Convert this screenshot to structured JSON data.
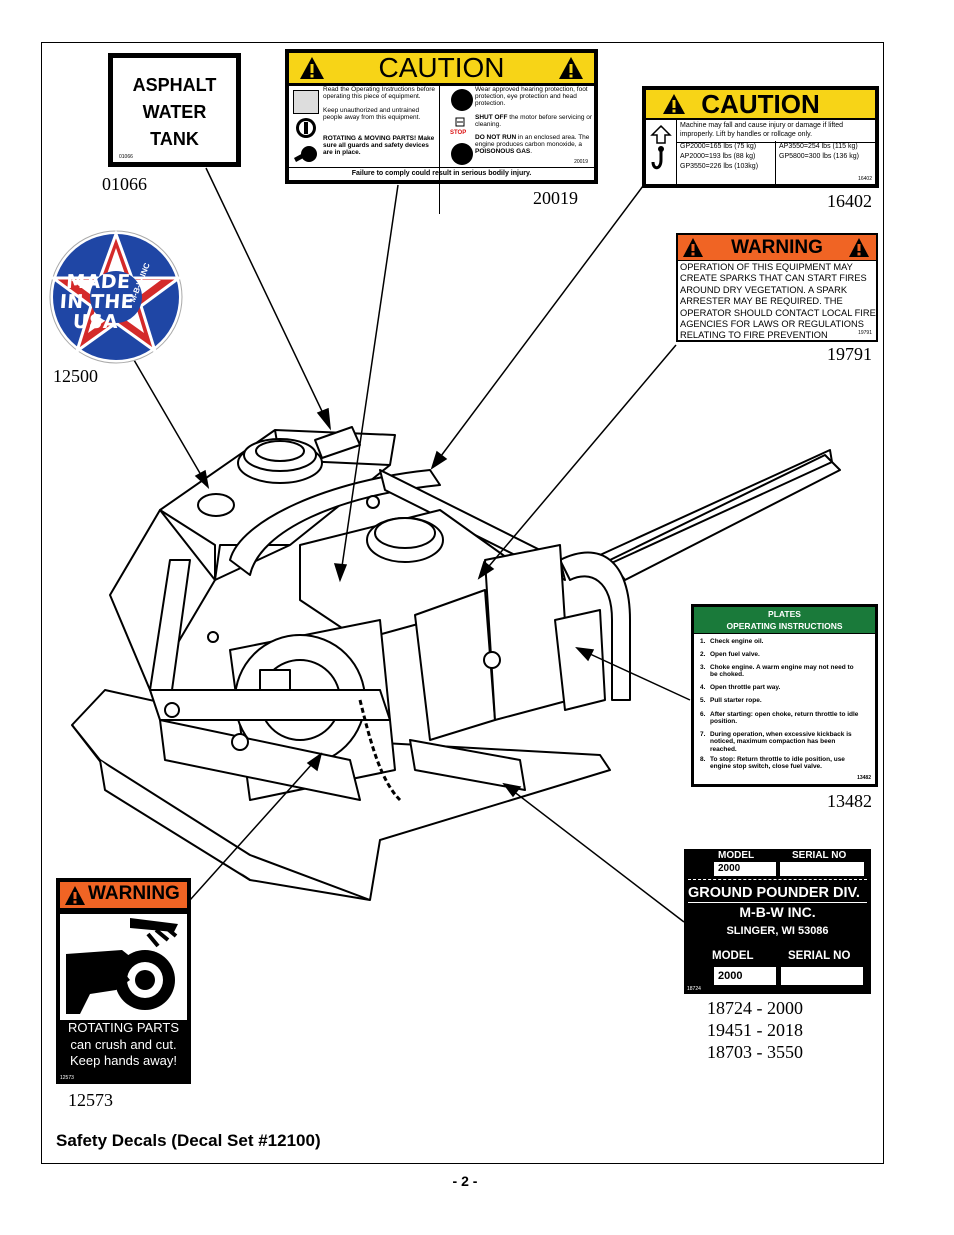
{
  "asphalt": {
    "line1": "ASPHALT",
    "line2": "WATER",
    "line3": "TANK",
    "code": "01066"
  },
  "caution20019": {
    "header": "CAUTION",
    "left_items": [
      "Read the Operating Instructions before operating this piece of equipment.",
      "Keep unauthorized and untrained people away from this equipment.",
      "ROTATING & MOVING PARTS! Make sure all guards and safety devices are in place."
    ],
    "right_item1": "Wear approved hearing protection, foot protection, eye protection and head protection.",
    "right_item2_bold": "SHUT OFF",
    "right_item2": " the motor before servicing or cleaning.",
    "right_item3_bold": "DO NOT RUN",
    "right_item3": " in an enclosed area. The engine produces carbon monoxide, a ",
    "right_item3_bold2": "POISONOUS GAS",
    "stop": "STOP",
    "footer": "Failure to comply could result in serious bodily injury.",
    "code": "20019"
  },
  "caution16402": {
    "header": "CAUTION",
    "text": "Machine may fall and cause injury or damage if lifted improperly. Lift by handles or rollcage only.",
    "weights_left": [
      "GP2000=165 lbs (75 kg)",
      "AP2000=193 lbs (88 kg)",
      "GP3550=226 lbs (103kg)"
    ],
    "weights_right": [
      "AP3550=254 lbs (115 kg)",
      "GP5800=300 lbs (136 kg)"
    ],
    "code": "16402"
  },
  "warning19791": {
    "header": "WARNING",
    "text": "OPERATION OF THIS EQUIPMENT MAY CREATE SPARKS THAT CAN START FIRES AROUND DRY VEGETATION. A SPARK ARRESTER MAY BE REQUIRED. THE OPERATOR SHOULD CONTACT LOCAL FIRE AGENCIES FOR LAWS OR REGULATIONS RELATING TO FIRE PREVENTION",
    "code": "19791"
  },
  "badge": {
    "line1": "MADE",
    "line2": "IN THE",
    "line3": "USA",
    "ring": "M-B-W INC"
  },
  "plates13482": {
    "header1": "PLATES",
    "header2": "OPERATING INSTRUCTIONS",
    "steps": [
      {
        "n": "1.",
        "t": "Check engine oil."
      },
      {
        "n": "2.",
        "t": "Open fuel valve."
      },
      {
        "n": "3.",
        "t": "Choke engine. A warm engine may not need to be choked."
      },
      {
        "n": "4.",
        "t": "Open throttle part way."
      },
      {
        "n": "5.",
        "t": "Pull starter rope."
      },
      {
        "n": "6.",
        "t": "After starting: open choke, return throttle to idle position."
      },
      {
        "n": "7.",
        "t": "During operation, when excessive kickback is noticed, maximum compaction has been reached."
      },
      {
        "n": "8.",
        "t": "To stop: Return throttle to idle position, use engine stop switch, close fuel valve."
      }
    ],
    "code": "13482"
  },
  "serial": {
    "model_label": "MODEL",
    "serial_label": "SERIAL NO",
    "model_value": "2000",
    "div": "GROUND POUNDER DIV.",
    "company": "M-B-W INC.",
    "city": "SLINGER, WI 53086",
    "model_label2": "MODEL",
    "serial_label2": "SERIAL NO",
    "model_value2": "2000",
    "code": "18724"
  },
  "warning12573": {
    "header": "WARNING",
    "line1": "ROTATING PARTS",
    "line2": "can crush and cut.",
    "line3": "Keep hands away!",
    "code": "12573"
  },
  "parts": {
    "p01066": "01066",
    "p20019": "20019",
    "p16402": "16402",
    "p19791": "19791",
    "p12500": "12500",
    "p13482": "13482",
    "p12573": "12573",
    "serial_line1": "18724 - 2000",
    "serial_line2": "19451 - 2018",
    "serial_line3": "18703 - 3550"
  },
  "caption": "Safety Decals (Decal Set #12100)",
  "page_number": "- 2 -"
}
